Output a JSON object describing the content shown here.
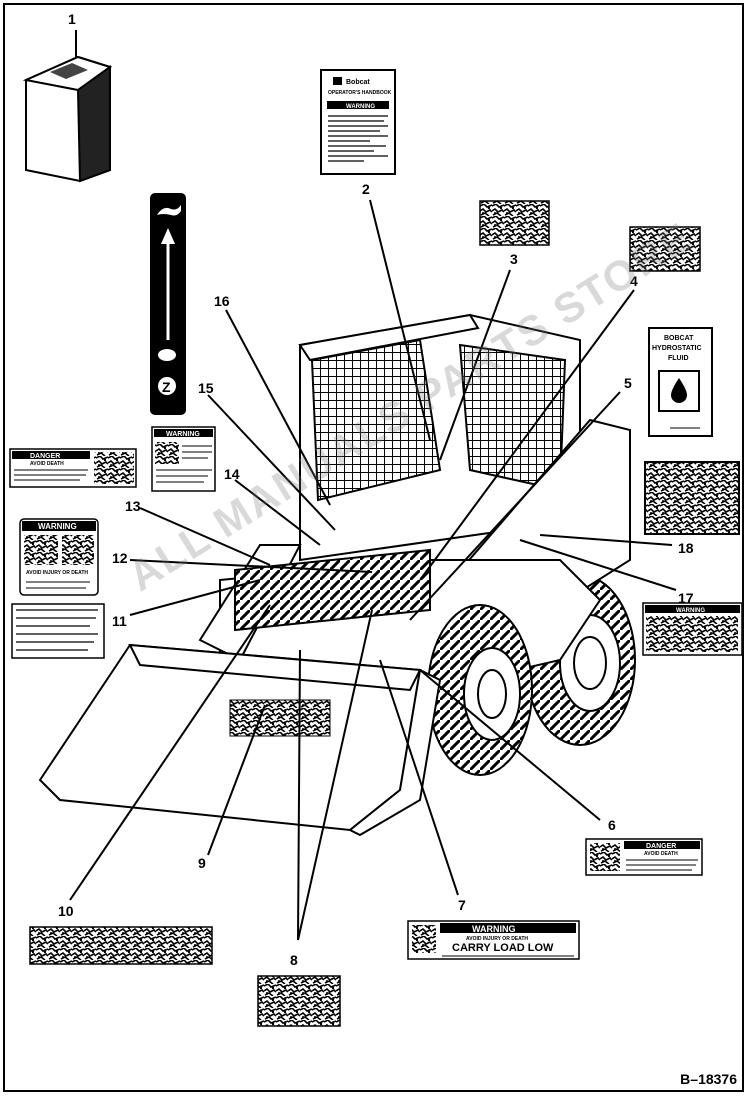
{
  "figure_id": "B–18376",
  "watermark": "ALL MANUALS PARTS STORE",
  "callouts": [
    "1",
    "2",
    "3",
    "4",
    "5",
    "6",
    "7",
    "8",
    "9",
    "10",
    "11",
    "12",
    "13",
    "14",
    "15",
    "16",
    "17",
    "18"
  ],
  "decals": {
    "manual_brand": "Bobcat",
    "manual_title": "OPERATOR'S HANDBOOK",
    "manual_warning": "WARNING",
    "danger_1_title": "DANGER",
    "danger_1_sub": "AVOID DEATH",
    "warning_2_title": "WARNING",
    "warning_3_title": "WARNING",
    "warning_3_sub": "AVOID INJURY OR DEATH",
    "hydro_line1": "BOBCAT",
    "hydro_line2": "HYDROSTATIC",
    "hydro_line3": "FLUID",
    "warning_right_title": "WARNING",
    "danger_6_title": "DANGER",
    "danger_6_sub": "AVOID DEATH",
    "carry_title": "WARNING",
    "carry_sub": "AVOID INJURY OR DEATH",
    "carry_main": "CARRY LOAD LOW"
  }
}
